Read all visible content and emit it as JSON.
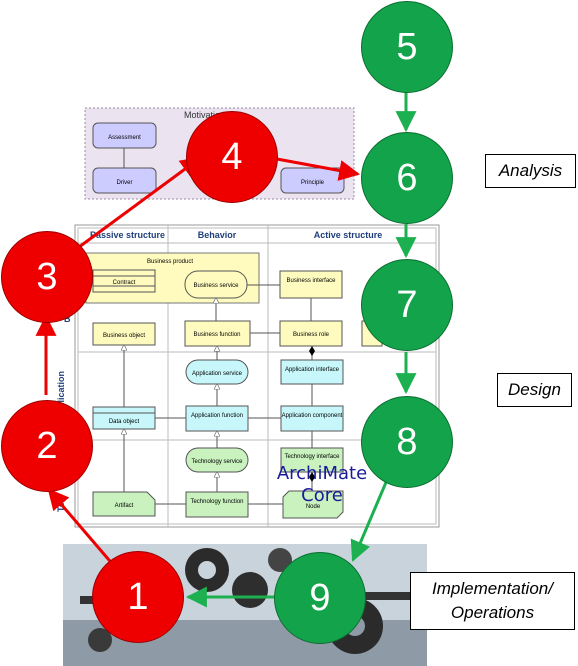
{
  "nodes": {
    "n1": "1",
    "n2": "2",
    "n3": "3",
    "n4": "4",
    "n5": "5",
    "n6": "6",
    "n7": "7",
    "n8": "8",
    "n9": "9"
  },
  "labels": {
    "analysis": "Analysis",
    "design": "Design",
    "implementation_line1": "Implementation/",
    "implementation_line2": "Operations"
  },
  "core": {
    "line1": "ArchiMate",
    "line2": "Core"
  },
  "motivation": {
    "title": "Motivation",
    "assessment": "Assessment",
    "driver": "Driver",
    "principle": "Principle"
  },
  "columns": {
    "passive": "Passive structure",
    "behavior": "Behavior",
    "active": "Active structure"
  },
  "layers": {
    "business": "B",
    "application": "Application",
    "technology": "Tec"
  },
  "elements": {
    "business_product": "Business product",
    "contract": "Contract",
    "business_service": "Business service",
    "business_interface": "Business interface",
    "business_object": "Business object",
    "business_function": "Business function",
    "business_role": "Business role",
    "application_service": "Application service",
    "application_interface": "Application interface",
    "data_object": "Data object",
    "application_function": "Application function",
    "application_component": "Application component",
    "technology_service": "Technology service",
    "technology_interface": "Technology interface",
    "artifact": "Artifact",
    "technology_function": "Technology function",
    "node": "Node"
  },
  "colors": {
    "red_node": "#ef0000",
    "green_node": "#13a34a",
    "red_arrow": "#ee0000",
    "green_arrow": "#1db050",
    "business_layer": "#fffbbf",
    "application_layer": "#c7f7fb",
    "technology_layer": "#c9f2bf",
    "motivation_bg": "#ebe3ef"
  }
}
